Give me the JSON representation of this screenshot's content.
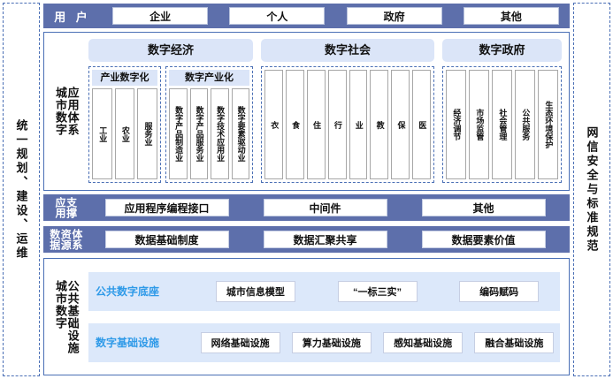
{
  "rails": {
    "left": "统一规划、建设、运维",
    "right": "网信安全与标准规范"
  },
  "user_bar": {
    "label": "用 户",
    "items": [
      "企业",
      "个人",
      "政府",
      "其他"
    ]
  },
  "application_system": {
    "side_label_right": "应用体系",
    "side_label_left": "城市数字",
    "columns": [
      {
        "title": "数字经济",
        "groups": [
          {
            "title": "产业数字化",
            "items": [
              "工业",
              "农业",
              "服务业"
            ]
          },
          {
            "title": "数字产业化",
            "items": [
              "数字产品制造业",
              "数字产品服务业",
              "数字技术应用业",
              "数字要素驱动业"
            ]
          }
        ]
      },
      {
        "title": "数字社会",
        "flat_items": [
          "衣",
          "食",
          "住",
          "行",
          "业",
          "教",
          "保",
          "医"
        ]
      },
      {
        "title": "数字政府",
        "flat_items": [
          "经济调节",
          "市场监管",
          "社会管理",
          "公共服务",
          "生态环境保护"
        ]
      }
    ]
  },
  "support_band": {
    "label_right": "支撑",
    "label_left": "应用",
    "items": [
      "应用程序编程接口",
      "中间件",
      "其他"
    ]
  },
  "data_band": {
    "label_right": "体系",
    "label_mid": "资源",
    "label_left": "数据",
    "items": [
      "数据基础制度",
      "数据汇聚共享",
      "数据要素价值"
    ]
  },
  "infrastructure": {
    "side_label_right": "公共基础设施",
    "side_label_left": "城市数字",
    "rows": [
      {
        "label": "公共数字底座",
        "items": [
          "城市信息模型",
          "“一标三实”",
          "编码赋码"
        ]
      },
      {
        "label": "数字基础设施",
        "items": [
          "网络基础设施",
          "算力基础设施",
          "感知基础设施",
          "融合基础设施"
        ]
      }
    ]
  },
  "colors": {
    "band_blue": "#5d6fab",
    "light_blue": "#dbe5f8",
    "infra_blue": "#dce8fa",
    "accent_text": "#2f9ae8",
    "border_blue": "#4a6fb5"
  }
}
